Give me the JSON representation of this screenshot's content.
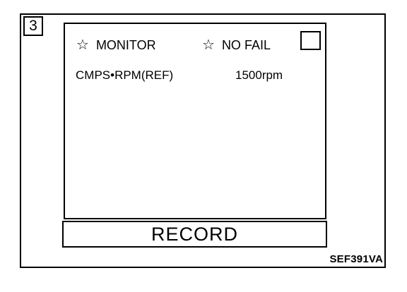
{
  "step": {
    "number": "3"
  },
  "screen": {
    "monitor_label": "MONITOR",
    "no_fail_label": "NO FAIL",
    "star_glyph": "☆",
    "checkbox_checked": false,
    "rows": [
      {
        "label": "CMPS•RPM(REF)",
        "value": "1500rpm"
      }
    ]
  },
  "actions": {
    "record_label": "RECORD"
  },
  "figure": {
    "code": "SEF391VA"
  }
}
